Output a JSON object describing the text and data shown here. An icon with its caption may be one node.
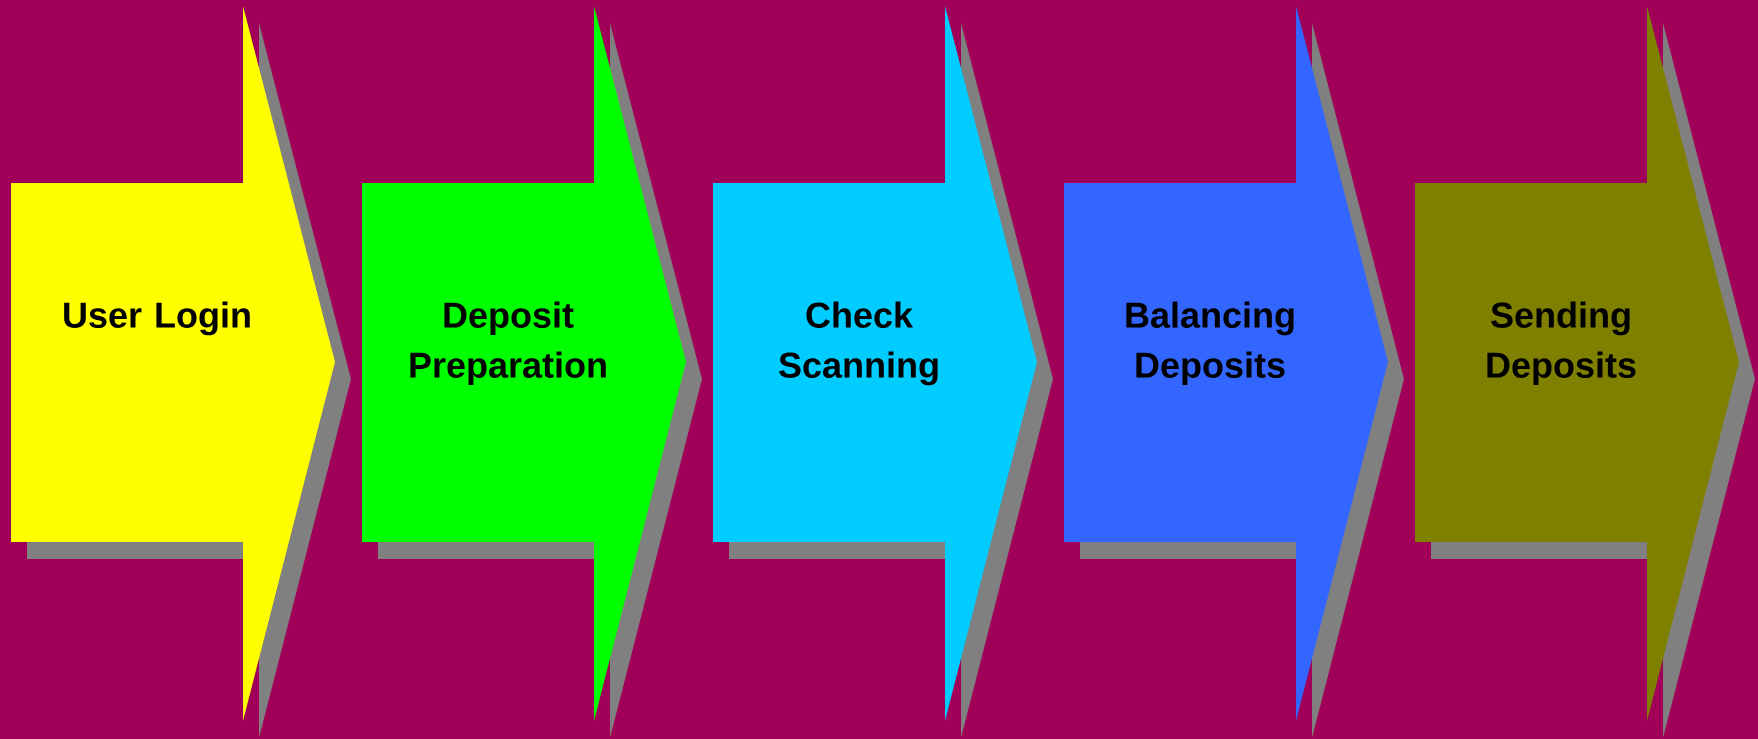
{
  "diagram": {
    "nodes": [
      {
        "text": [
          "User Login"
        ]
      },
      {
        "text": [
          "Deposit Preparation"
        ]
      },
      {
        "text": [
          "Check Scanning"
        ]
      },
      {
        "text": [
          "Balancing Deposits"
        ]
      },
      {
        "text": [
          "Sending Deposits"
        ]
      }
    ]
  }
}
